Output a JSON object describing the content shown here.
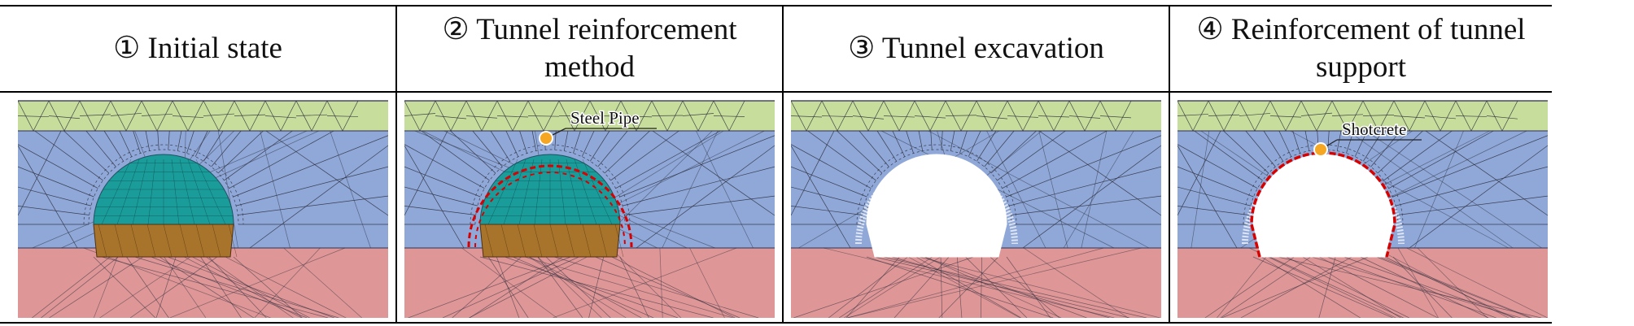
{
  "columns": [
    {
      "step": "①",
      "title": "Initial state"
    },
    {
      "step": "②",
      "title": "Tunnel reinforcement method"
    },
    {
      "step": "③",
      "title": "Tunnel excavation"
    },
    {
      "step": "④",
      "title": "Reinforcement of tunnel support"
    }
  ],
  "header_lines": [
    [
      "① Initial state"
    ],
    [
      "② Tunnel reinforcement",
      "method"
    ],
    [
      "③ Tunnel excavation"
    ],
    [
      "④ Reinforcement of tunnel",
      "support"
    ]
  ],
  "annotations": {
    "steel_pipe": "Steel Pipe",
    "shotcrete": "Shotcrete"
  },
  "colors": {
    "top_layer": "#c6dd9b",
    "middle_layer": "#8fa8d8",
    "bottom_layer": "#de9697",
    "tunnel_crown": "#1a9c9b",
    "tunnel_bench": "#a8742b",
    "pipe_marker": "#f5a623",
    "reinforcement_line": "#d90000",
    "mesh_line": "#2b2b3a"
  }
}
